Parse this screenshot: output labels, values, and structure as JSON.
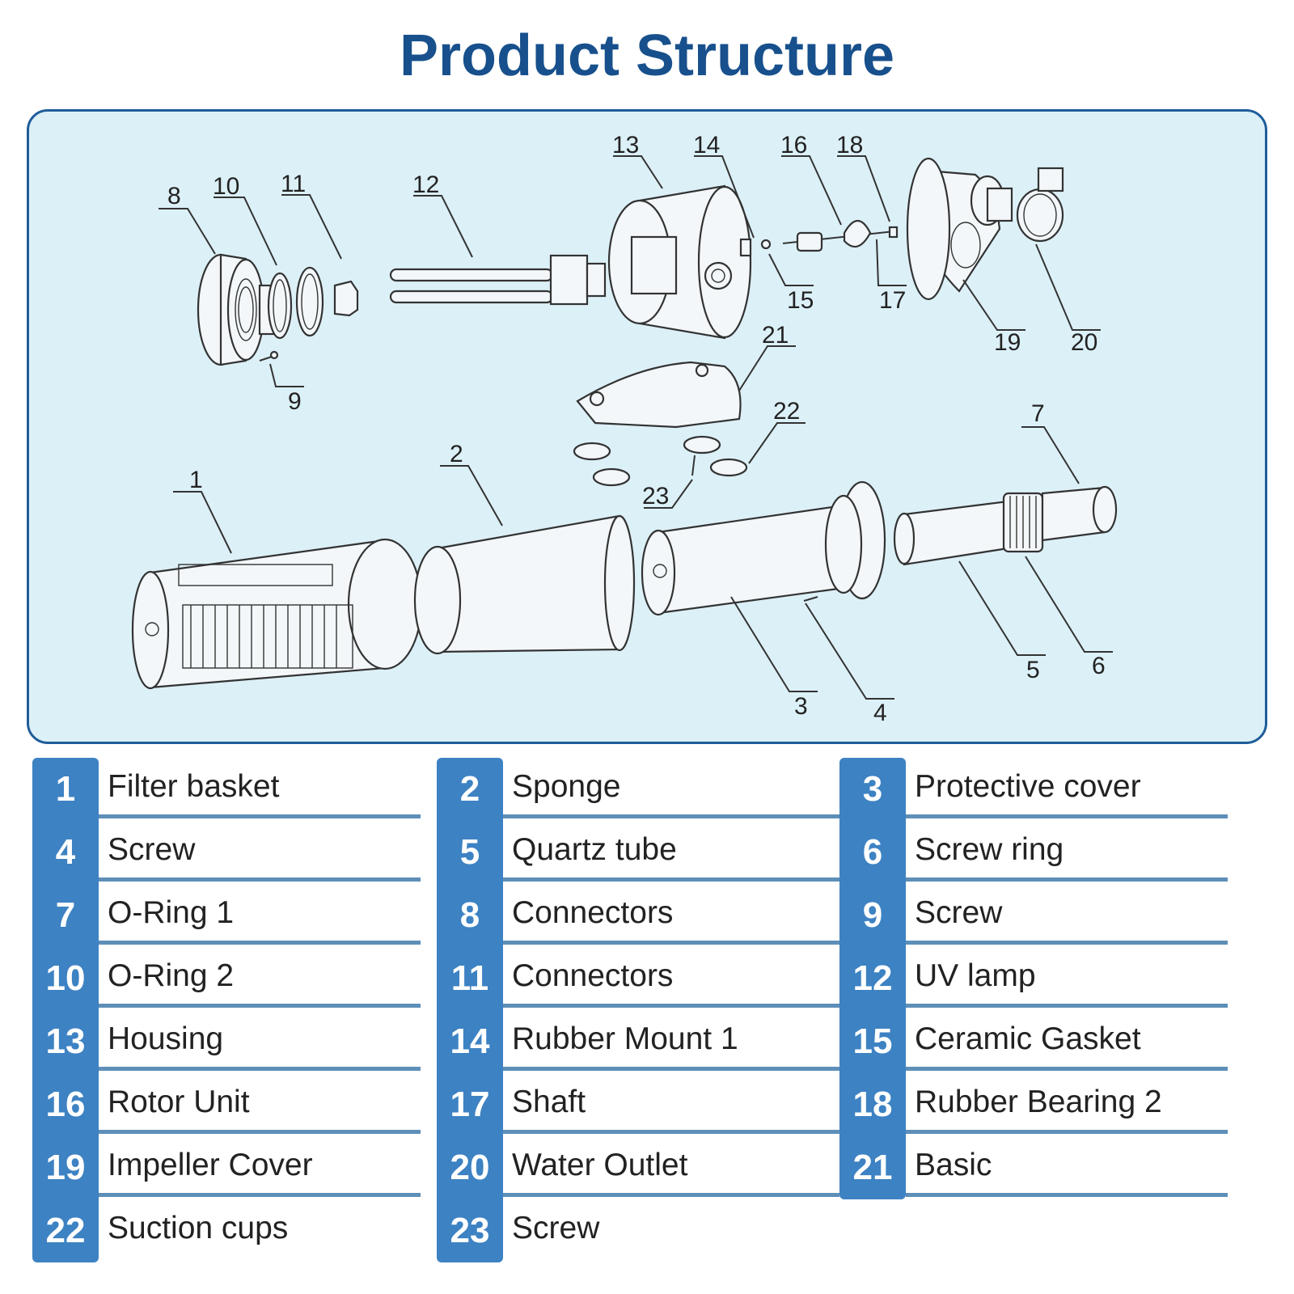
{
  "title": "Product Structure",
  "callouts": [
    "1",
    "2",
    "3",
    "4",
    "5",
    "6",
    "7",
    "8",
    "9",
    "10",
    "11",
    "12",
    "13",
    "14",
    "15",
    "16",
    "17",
    "18",
    "19",
    "20",
    "21",
    "22",
    "23"
  ],
  "legend": [
    {
      "num": "1",
      "label": "Filter basket"
    },
    {
      "num": "2",
      "label": "Sponge"
    },
    {
      "num": "3",
      "label": "Protective cover"
    },
    {
      "num": "4",
      "label": "Screw"
    },
    {
      "num": "5",
      "label": "Quartz tube"
    },
    {
      "num": "6",
      "label": "Screw ring"
    },
    {
      "num": "7",
      "label": "O-Ring 1"
    },
    {
      "num": "8",
      "label": "Connectors"
    },
    {
      "num": "9",
      "label": "Screw"
    },
    {
      "num": "10",
      "label": "O-Ring 2"
    },
    {
      "num": "11",
      "label": "Connectors"
    },
    {
      "num": "12",
      "label": "UV lamp"
    },
    {
      "num": "13",
      "label": "Housing"
    },
    {
      "num": "14",
      "label": "Rubber Mount 1"
    },
    {
      "num": "15",
      "label": "Ceramic Gasket"
    },
    {
      "num": "16",
      "label": "Rotor Unit"
    },
    {
      "num": "17",
      "label": "Shaft"
    },
    {
      "num": "18",
      "label": "Rubber Bearing 2"
    },
    {
      "num": "19",
      "label": "Impeller Cover"
    },
    {
      "num": "20",
      "label": "Water Outlet"
    },
    {
      "num": "21",
      "label": "Basic"
    },
    {
      "num": "22",
      "label": "Suction cups"
    },
    {
      "num": "23",
      "label": "Screw"
    }
  ],
  "colors": {
    "title": "#17508c",
    "panel_bg": "#dcf0f7",
    "panel_border": "#1f5d9a",
    "badge": "#3d82c3",
    "rule": "#5d8fb8"
  }
}
